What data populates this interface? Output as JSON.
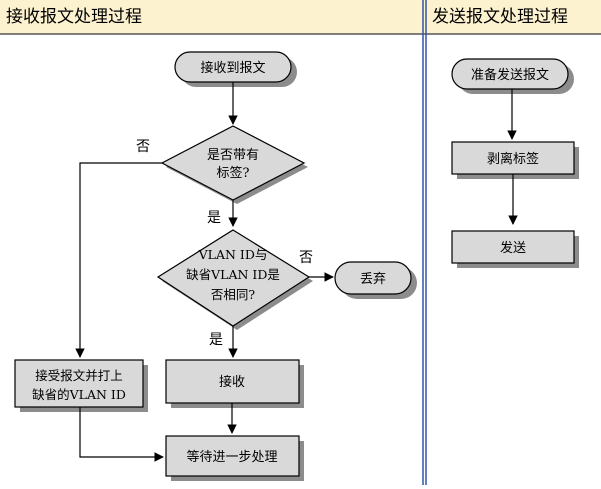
{
  "lanes": {
    "left_title": "接收报文处理过程",
    "right_title": "发送报文处理过程"
  },
  "receive_flow": {
    "start": "接收到报文",
    "decision_tag": [
      "是否带有",
      "标签?"
    ],
    "decision_vlan": [
      "VLAN ID与",
      "缺省VLAN ID是",
      "否相同?"
    ],
    "discard": "丢弃",
    "accept_and_tag": [
      "接受报文并打上",
      "缺省的VLAN ID"
    ],
    "receive": "接收",
    "wait": "等待进一步处理",
    "label_no_tag": "否",
    "label_yes_tag": "是",
    "label_no_vlan": "否",
    "label_yes_vlan": "是"
  },
  "send_flow": {
    "prepare": "准备发送报文",
    "strip": "剥离标签",
    "send": "发送"
  },
  "colors": {
    "header_bg": "#fdf2cf",
    "node_fill": "#d9d9d9",
    "shadow": "#8c8c8c",
    "divider": "#3355aa",
    "line": "#000000"
  }
}
